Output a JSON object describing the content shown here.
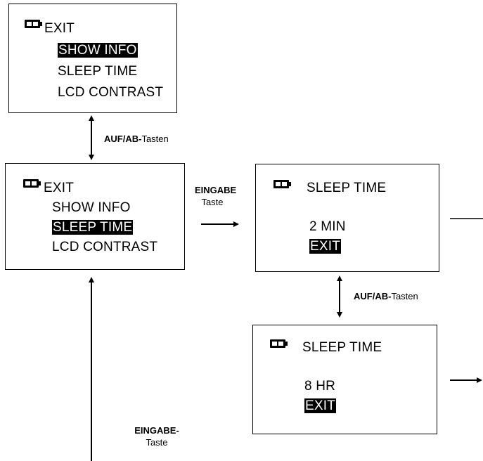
{
  "menus": {
    "top": {
      "items": [
        "EXIT",
        "SHOW INFO",
        "SLEEP TIME",
        "LCD CONTRAST"
      ],
      "highlighted": 1
    },
    "middle": {
      "items": [
        "EXIT",
        "SHOW INFO",
        "SLEEP TIME",
        "LCD CONTRAST"
      ],
      "highlighted": 2
    },
    "sleep_a": {
      "title": "SLEEP TIME",
      "value": "2 MIN",
      "exit": "EXIT"
    },
    "sleep_b": {
      "title": "SLEEP TIME",
      "value": "8 HR",
      "exit": "EXIT"
    }
  },
  "labels": {
    "updown_bold": "AUF/AB-",
    "updown_rest": "Tasten",
    "enter_bold": "EINGABE",
    "enter_rest": "Taste",
    "enter2_bold": "EINGABE-",
    "enter2_rest": "Taste"
  },
  "icons": {
    "battery": "battery-icon",
    "double_arrow": "up-down-arrow-icon",
    "right_arrow": "right-arrow-icon",
    "up_arrow": "up-arrow-icon"
  }
}
